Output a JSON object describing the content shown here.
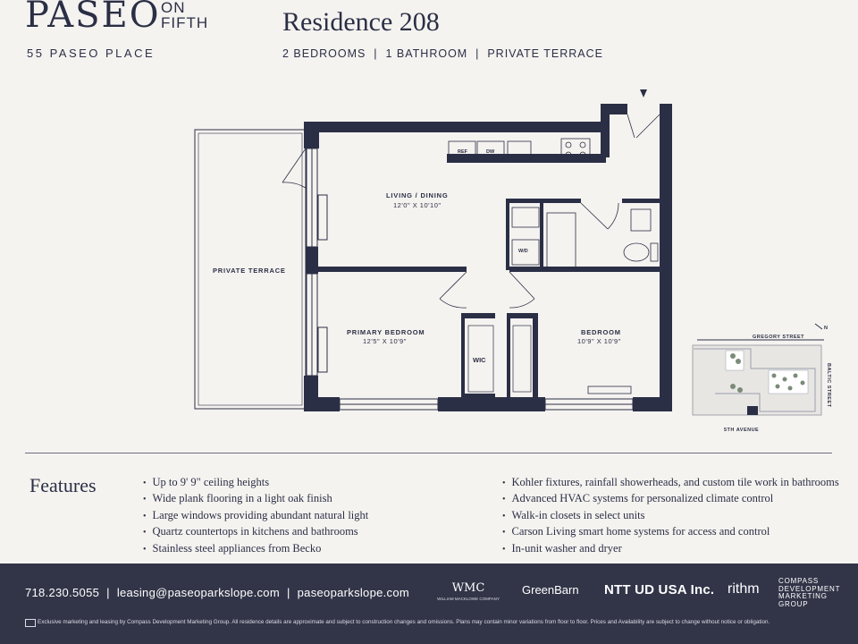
{
  "header": {
    "logo_main": "PASEO",
    "logo_on": "ON",
    "logo_fifth": "FIFTH",
    "address": "55 PASEO PLACE",
    "residence_title": "Residence 208",
    "specs": "2 BEDROOMS  |  1 BATHROOM  |  PRIVATE TERRACE"
  },
  "floorplan": {
    "rooms": {
      "terrace": "PRIVATE TERRACE",
      "living_name": "LIVING / DINING",
      "living_dim": "12'0\" X 10'10\"",
      "primary_name": "PRIMARY BEDROOM",
      "primary_dim": "12'5\" X 10'9\"",
      "bedroom_name": "BEDROOM",
      "bedroom_dim": "10'9\" X 10'9\"",
      "wic": "WIC",
      "wd": "W/D",
      "ref": "REF",
      "dw": "DW"
    },
    "keyplan": {
      "street_top": "GREGORY STREET",
      "street_right": "BALTIC STREET",
      "street_bottom": "5TH AVENUE",
      "north": "N"
    }
  },
  "features": {
    "title": "Features",
    "left": [
      "Up to 9' 9\" ceiling heights",
      "Wide plank flooring in a light oak finish",
      "Large windows providing abundant natural light",
      "Quartz countertops in kitchens and bathrooms",
      "Stainless steel appliances from Becko"
    ],
    "right": [
      "Kohler fixtures, rainfall showerheads, and custom tile work in bathrooms",
      "Advanced HVAC systems for personalized climate control",
      "Walk-in closets in select units",
      "Carson Living smart home systems for access and control",
      "In-unit washer and dryer"
    ]
  },
  "footer": {
    "phone": "718.230.5055",
    "email": "leasing@paseoparkslope.com",
    "website": "paseoparkslope.com",
    "disclaimer": "Exclusive marketing and leasing by Compass Development Marketing Group. All residence details are approximate and subject to construction changes and omissions. Plans may contain minor variations from floor to floor. Prices and Availability are subject to change without notice or obligation.",
    "partners": {
      "wmc": "WMC",
      "wmc_sub": "WILLIAM MACKLOWE COMPANY",
      "greenbarn": "GreenBarn",
      "ntt": "NTT UD USA Inc.",
      "rithm": "rithm",
      "compass_1": "COMPASS",
      "compass_2": "DEVELOPMENT",
      "compass_3": "MARKETING",
      "compass_4": "GROUP"
    }
  },
  "colors": {
    "background": "#f5f3f0",
    "wall": "#2b2f45",
    "footer": "#323548"
  }
}
